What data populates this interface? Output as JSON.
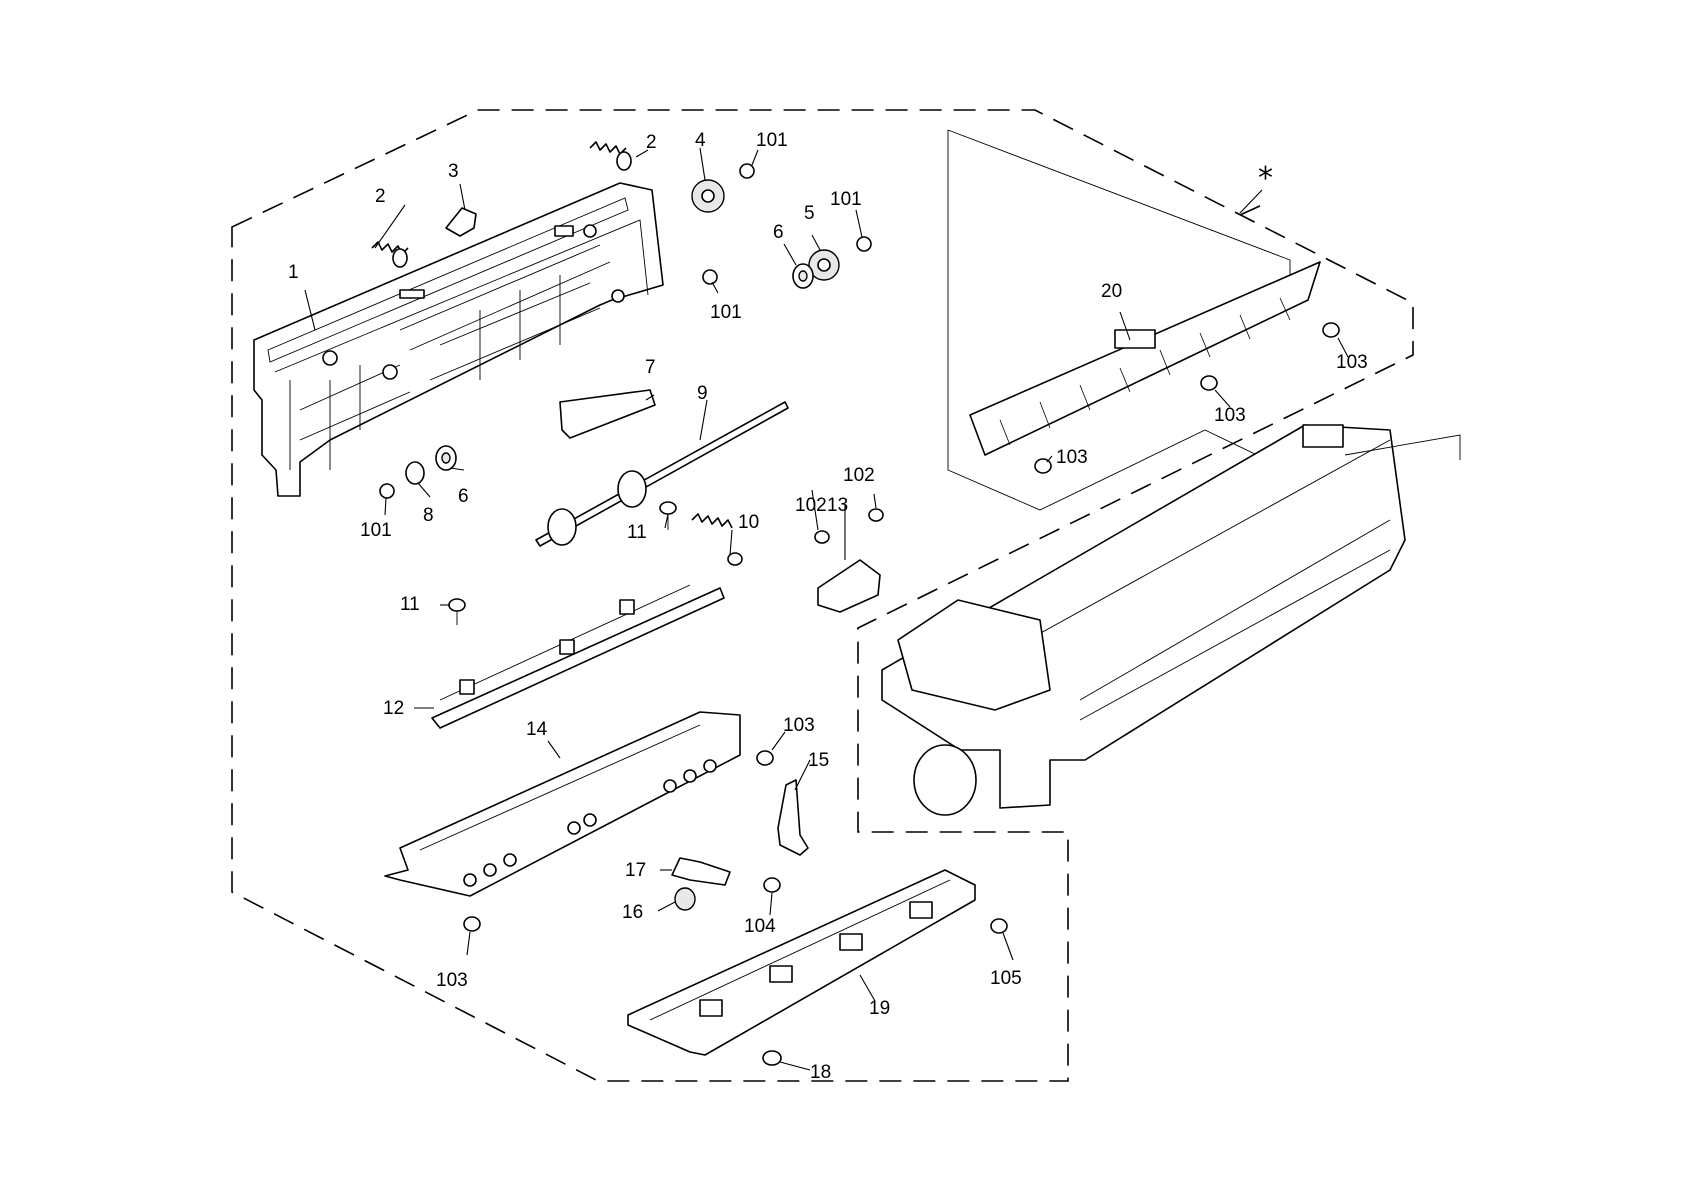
{
  "callouts": {
    "c1": "1",
    "c2a": "2",
    "c2b": "2",
    "c3": "3",
    "c4": "4",
    "c5": "5",
    "c6a": "6",
    "c6b": "6",
    "c7": "7",
    "c8": "8",
    "c9": "9",
    "c10": "10",
    "c11a": "11",
    "c11b": "11",
    "c12": "12",
    "c13": "13",
    "c14": "14",
    "c15": "15",
    "c16": "16",
    "c17": "17",
    "c18": "18",
    "c19": "19",
    "c20": "20",
    "c101a": "101",
    "c101b": "101",
    "c101c": "101",
    "c101d": "101",
    "c102a": "102",
    "c102b": "102",
    "c103a": "103",
    "c103b": "103",
    "c103c": "103",
    "c103d": "103",
    "c103e": "103",
    "c104": "104",
    "c105": "105",
    "star": "*"
  }
}
